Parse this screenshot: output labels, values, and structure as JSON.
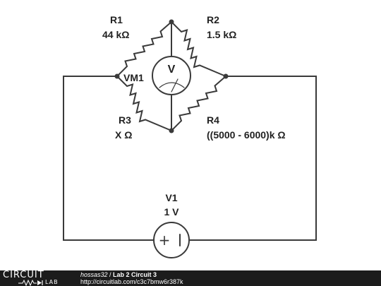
{
  "components": {
    "r1": {
      "name": "R1",
      "value": "44 kΩ"
    },
    "r2": {
      "name": "R2",
      "value": "1.5 kΩ"
    },
    "r3": {
      "name": "R3",
      "value": "X Ω"
    },
    "r4": {
      "name": "R4",
      "value": "((5000 - 6000)k Ω"
    },
    "vm1": {
      "name": "VM1",
      "symbol": "V"
    },
    "v1": {
      "name": "V1",
      "value": "1 V",
      "symbol_plus": "+"
    }
  },
  "footer": {
    "logo_top": "CIRCUIT",
    "logo_bottom": "LAB",
    "user": "hossas32",
    "separator": " / ",
    "title": "Lab 2 Circuit 3",
    "url": "http://circuitlab.com/c3c7bmw6r387k"
  },
  "colors": {
    "wire": "#3a3a3a",
    "label": "#222222",
    "footer_bg": "#1c1c1c",
    "footer_text": "#ffffff"
  }
}
